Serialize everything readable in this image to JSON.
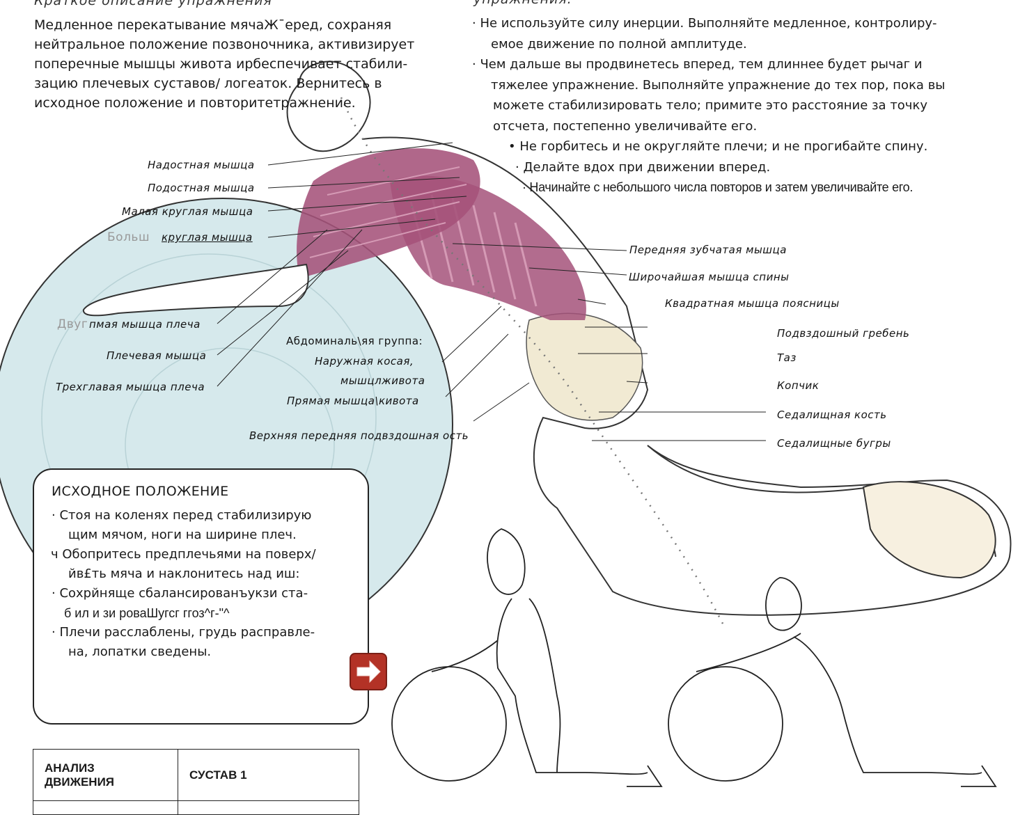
{
  "description": {
    "heading": "Краткое описание упражнения",
    "lines": [
      "Медленное перекатывание мячаЖ¯еред, сохраняя",
      "нейтральное положение позвоночника, активизирует",
      "поперечные мышцы живота ирбеспечивает стабили-",
      "зацию плечевых суставов/ логеаток. Вернитесь в",
      "исходное положение и повторитетражнение."
    ]
  },
  "tips": {
    "heading": "упражнения:",
    "lines": [
      "·  Не используйте силу инерции. Выполняйте медленное, контролиру-",
      "емое движение по полной амплитуде.",
      "·  Чем дальше вы продвинетесь вперед, тем длиннее будет рычаг и",
      "тяжелее упражнение. Выполняйте упражнение до тех пор, пока вы",
      "можете стабилизировать тело; примите это расстояние за точку",
      "отсчета, постепенно увеличивайте его.",
      "•  Не горбитесь и не округляйте плечи; и не прогибайте спину.",
      "·  Делайте вдох при движении вперед.",
      "·  Начинайте с небольшого числа повторов и затем увеличивайте его."
    ]
  },
  "muscle_labels": {
    "supraspinatus": "Надостная мышца",
    "infraspinatus": "Подостная мышца",
    "teres_minor": "Малая круглая мышца",
    "teres_major_prefix": "Больш",
    "teres_major": "круглая мышца",
    "biceps_prefix": "Двуг",
    "biceps": "пмая мышца плеча",
    "brachialis": "Плечевая мышца",
    "triceps": "Трехглавая мышца плеча",
    "abdominal_group": "Абдоминаль\\яя группа:",
    "external_oblique": "Наружная косая,",
    "external_oblique_2": "мышцлживота",
    "rectus": "Прямая мышца\\кивота",
    "asis": "Верхняя передняя подвздошная ость",
    "serratus": "Передняя зубчатая мышца",
    "latissimus": "Широчайшая мышца спины",
    "quadratus": "Квадратная мышца поясницы",
    "iliac_crest": "Подвздошный гребень",
    "pelvis": "Таз",
    "coccyx": "Копчик",
    "ischium": "Седалищная кость",
    "ischial_tuberosities": "Седалищные бугры"
  },
  "start_position": {
    "title": "ИСХОДНОЕ ПОЛОЖЕНИЕ",
    "items": [
      "·  Стоя на коленях перед стабилизирую",
      "щим мячом, ноги на ширине плеч.",
      "ч Обопритесь предплечьями на поверх/",
      "йв£ть мяча и наклонитесь над иш:",
      "·  Сохрйняще сбалансированъукзи ста-",
      "б ил и зи роваШугсг ггоз^г-\"^",
      "·  Плечи расслаблены, грудь расправле-",
      "на, лопатки сведены."
    ]
  },
  "next_icon": "arrow-right-icon",
  "analysis_table": {
    "col1": "АНАЛИЗ ДВИЖЕНИЯ",
    "col2": "СУСТАВ 1"
  },
  "colors": {
    "muscle": "#a5527a",
    "muscle_light": "#d59ab5",
    "ball": "#cfe3e6",
    "bone": "#f1ead3",
    "arrow": "#b33226"
  }
}
